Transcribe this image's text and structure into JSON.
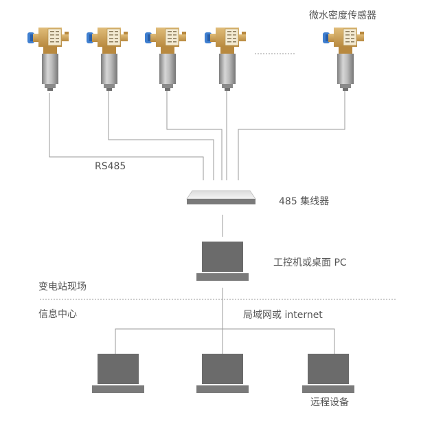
{
  "labels": {
    "sensor_title": "微水密度传感器",
    "bus": "RS485",
    "hub": "485 集线器",
    "pc": "工控机或桌面 PC",
    "site": "变电站现场",
    "center": "信息中心",
    "network": "局域网或 internet",
    "remote": "远程设备"
  },
  "colors": {
    "line": "#9a9a9a",
    "device_dark": "#6b6b6b",
    "device_base": "#7a7a7a",
    "brass": "#c9a159",
    "steel": "#a9a9a9",
    "knob": "#3f7fd0",
    "text": "#555555"
  },
  "sensor_count": 5,
  "remote_count": 3
}
